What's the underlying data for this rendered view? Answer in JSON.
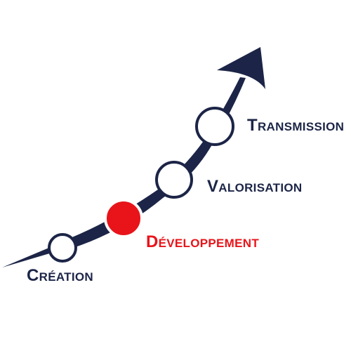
{
  "colors": {
    "curve": "#1c2547",
    "ring": "#1c2547",
    "node_fill": "#ffffff",
    "active": "#e8141a",
    "text": "#1c2547",
    "active_text": "#e8141a",
    "background": "#ffffff"
  },
  "stages": [
    {
      "label": "Création",
      "active": false
    },
    {
      "label": "Développement",
      "active": true
    },
    {
      "label": "Valorisation",
      "active": false
    },
    {
      "label": "Transmission",
      "active": false
    }
  ],
  "icons": {
    "arrow": "arrow-head-icon",
    "node": "circle-node-icon"
  }
}
